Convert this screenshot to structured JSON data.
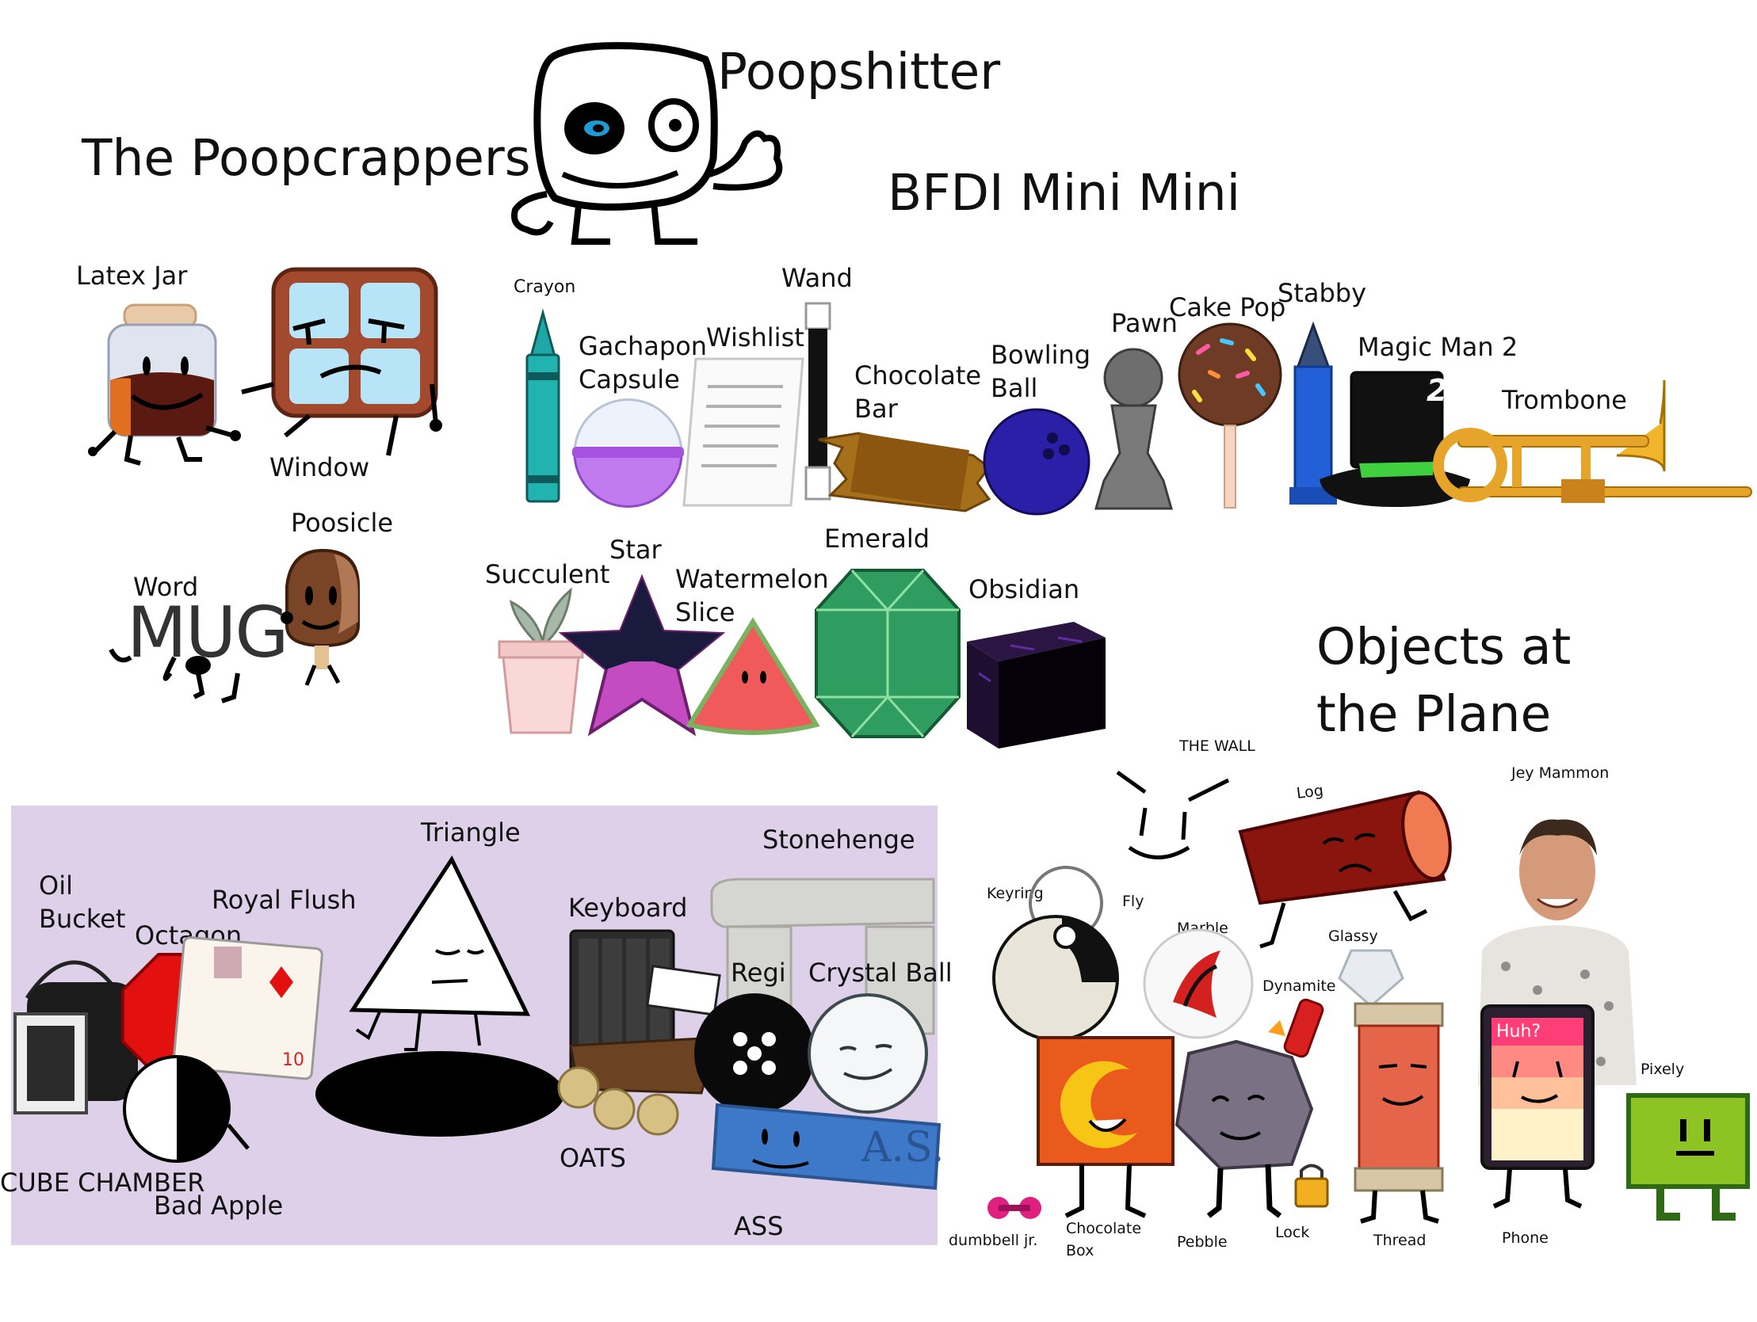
{
  "titles": {
    "poopcrappers": "The Poopcrappers",
    "poopshitter": "Poopshitter",
    "bfdi_mini_mini": "BFDI Mini Mini",
    "objects_at_the_plane": "Objects at the Plane"
  },
  "poopcrappers": {
    "latex_jar": "Latex Jar",
    "window": "Window",
    "poosicle": "Poosicle",
    "word": "Word",
    "word_text": "MUG"
  },
  "mini_mini": {
    "crayon": "Crayon",
    "gachapon_capsule": "Gachapon Capsule",
    "wishlist": "Wishlist",
    "wand": "Wand",
    "chocolate_bar": "Chocolate Bar",
    "bowling_ball": "Bowling Ball",
    "pawn": "Pawn",
    "cake_pop": "Cake Pop",
    "stabby": "Stabby",
    "magic_man_2": "Magic Man 2",
    "magic_man_2_badge": "2",
    "trombone": "Trombone",
    "succulent": "Succulent",
    "star": "Star",
    "watermelon_slice": "Watermelon Slice",
    "emerald": "Emerald",
    "obsidian": "Obsidian"
  },
  "purple_group": {
    "oil_bucket": "Oil Bucket",
    "octagon": "Octagon",
    "royal_flush": "Royal Flush",
    "royal_flush_card_value": "10",
    "triangle": "Triangle",
    "keyboard": "Keyboard",
    "stonehenge": "Stonehenge",
    "regi": "Regi",
    "crystal_ball": "Crystal Ball",
    "cube_chamber": "CUBE CHAMBER",
    "bad_apple": "Bad Apple",
    "oats": "OATS",
    "ass": "ASS",
    "ass_sign": "A.S."
  },
  "plane": {
    "the_wall": "THE WALL",
    "log": "Log",
    "jey_mammon": "Jey Mammon",
    "keyring": "Keyring",
    "fly": "Fly",
    "marble": "Marble",
    "glassy": "Glassy",
    "dynamite": "Dynamite",
    "pixely": "Pixely",
    "phone_screen": "Huh?",
    "dumbbell_jr": "dumbbell jr.",
    "chocolate_box": "Chocolate Box",
    "pebble": "Pebble",
    "lock": "Lock",
    "thread": "Thread",
    "phone": "Phone"
  },
  "colors": {
    "purple_panel": "#ddd0e8",
    "trombone_gold": "#e0a52a",
    "emerald_green": "#2e9d5f",
    "phone_pink": "#ff3d77"
  }
}
